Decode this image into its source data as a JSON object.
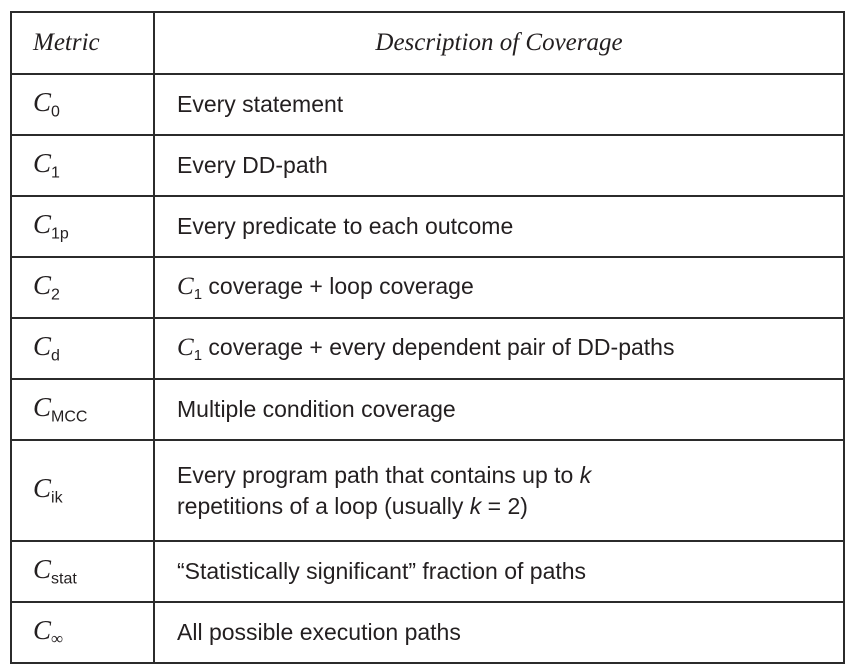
{
  "document": {
    "type": "table",
    "caption": "",
    "background_color": "#ffffff",
    "text_color": "#231f20",
    "border_color": "#2b2b2b"
  },
  "table": {
    "headers": {
      "metric": "Metric",
      "description": "Description of Coverage"
    },
    "rows": [
      {
        "metric_base": "C",
        "metric_subscript": "0",
        "metric_full": "C0",
        "description": "Every statement",
        "description_parts": [
          {
            "text": "Every statement",
            "style": "normal"
          }
        ]
      },
      {
        "metric_base": "C",
        "metric_subscript": "1",
        "metric_full": "C1",
        "description": "Every DD-path",
        "description_parts": [
          {
            "text": "Every DD-path",
            "style": "normal"
          }
        ]
      },
      {
        "metric_base": "C",
        "metric_subscript": "1p",
        "metric_full": "C1p",
        "description": "Every predicate to each outcome",
        "description_parts": [
          {
            "text": "Every predicate to each outcome",
            "style": "normal"
          }
        ]
      },
      {
        "metric_base": "C",
        "metric_subscript": "2",
        "metric_full": "C2",
        "description": "C1 coverage + loop coverage",
        "description_parts": [
          {
            "text": "C",
            "style": "symbol",
            "subscript": "1"
          },
          {
            "text": " coverage + loop coverage",
            "style": "normal"
          }
        ]
      },
      {
        "metric_base": "C",
        "metric_subscript": "d",
        "metric_full": "Cd",
        "description": "C1 coverage + every dependent pair of DD-paths",
        "description_parts": [
          {
            "text": "C",
            "style": "symbol",
            "subscript": "1"
          },
          {
            "text": " coverage + every dependent pair of DD-paths",
            "style": "normal"
          }
        ]
      },
      {
        "metric_base": "C",
        "metric_subscript": "MCC",
        "metric_full": "CMCC",
        "description": "Multiple condition coverage",
        "description_parts": [
          {
            "text": "Multiple condition coverage",
            "style": "normal"
          }
        ]
      },
      {
        "metric_base": "C",
        "metric_subscript": "ik",
        "metric_full": "Cik",
        "description": "Every program path that contains up to k repetitions of a loop (usually k = 2)",
        "description_line_1": "Every program path that contains up to k",
        "description_line_2": "repetitions of a loop (usually k = 2)",
        "description_parts": [
          {
            "text": "Every program path that contains up to ",
            "style": "normal"
          },
          {
            "text": "k",
            "style": "italic"
          },
          {
            "text": "repetitions of a loop (usually ",
            "style": "normal"
          },
          {
            "text": "k",
            "style": "italic"
          },
          {
            "text": " = 2)",
            "style": "normal"
          }
        ],
        "two_line": true
      },
      {
        "metric_base": "C",
        "metric_subscript": "stat",
        "metric_full": "Cstat",
        "description": "“Statistically significant” fraction of paths",
        "description_parts": [
          {
            "text": "“Statistically significant” fraction of paths",
            "style": "normal"
          }
        ]
      },
      {
        "metric_base": "C",
        "metric_subscript": "∞",
        "metric_full": "C∞",
        "description": "All possible execution paths",
        "description_parts": [
          {
            "text": "All possible execution paths",
            "style": "normal"
          }
        ]
      }
    ]
  },
  "row_fragments": {
    "r0_desc": "Every statement",
    "r1_desc": "Every DD-path",
    "r2_desc": "Every predicate to each outcome",
    "r3_desc_tail": " coverage + loop coverage",
    "r4_desc_tail": " coverage + every dependent pair of DD-paths",
    "r5_desc": "Multiple condition coverage",
    "r6_desc_l1_a": "Every program path that contains up to ",
    "r6_desc_l1_k": "k",
    "r6_desc_l2_a": "repetitions of a loop (usually ",
    "r6_desc_l2_k": "k",
    "r6_desc_l2_b": " = 2)",
    "r7_desc": "“Statistically significant” fraction of paths",
    "r8_desc": "All possible execution paths",
    "c_letter": "C",
    "sub_0": "0",
    "sub_1": "1",
    "sub_1p": "1p",
    "sub_2": "2",
    "sub_d": "d",
    "sub_MCC": "MCC",
    "sub_ik": "ik",
    "sub_stat": "stat",
    "sub_inf": "∞",
    "sub_1_inline_a": "1",
    "sub_1_inline_b": "1"
  }
}
